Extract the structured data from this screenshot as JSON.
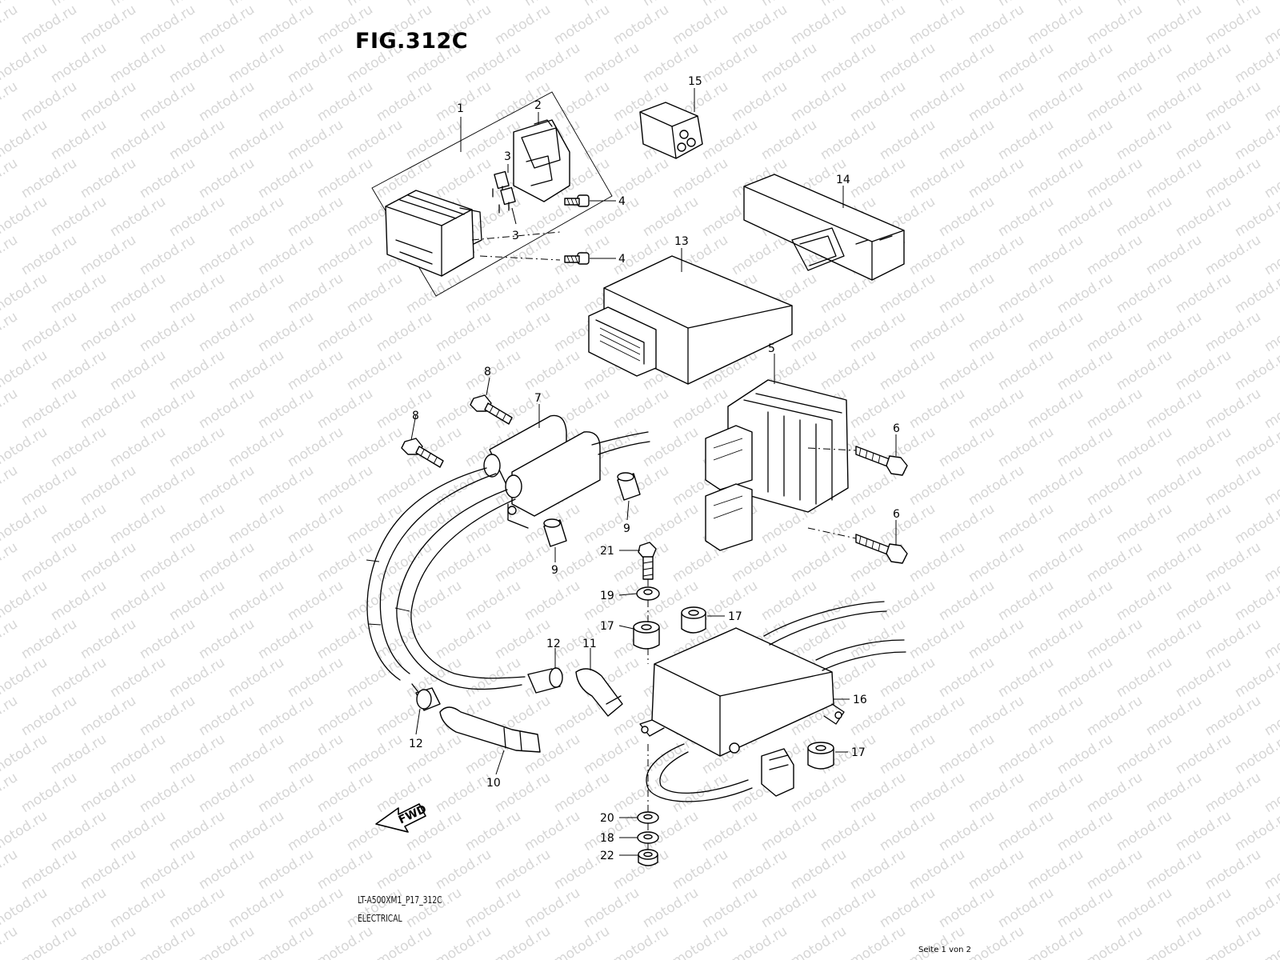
{
  "figure": {
    "title": "FIG.312C",
    "model_code": "LT-A500XM1_P17_312C",
    "section_name": "ELECTRICAL",
    "page_indicator": "Seite 1 von 2",
    "watermark_text": "motod.ru",
    "direction_arrow_text": "FWD"
  },
  "callouts": {
    "c1": "1",
    "c2": "2",
    "c3a": "3",
    "c3b": "3",
    "c4a": "4",
    "c4b": "4",
    "c5": "5",
    "c6a": "6",
    "c6b": "6",
    "c7": "7",
    "c8a": "8",
    "c8b": "8",
    "c9a": "9",
    "c9b": "9",
    "c10": "10",
    "c11": "11",
    "c12a": "12",
    "c12b": "12",
    "c13": "13",
    "c14": "14",
    "c15": "15",
    "c16": "16",
    "c17a": "17",
    "c17b": "17",
    "c17c": "17",
    "c18": "18",
    "c19": "19",
    "c20": "20",
    "c21": "21",
    "c22": "22"
  },
  "colors": {
    "line": "#000000",
    "background": "#ffffff",
    "watermark": "#b5b5b5"
  }
}
